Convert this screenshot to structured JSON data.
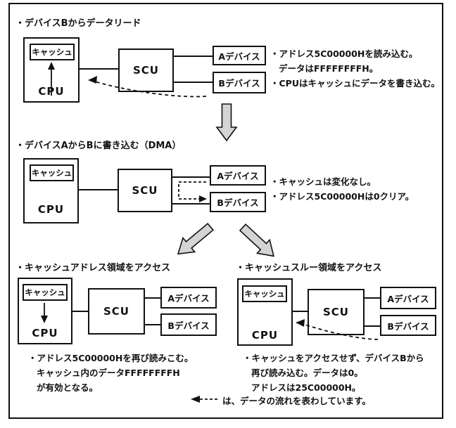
{
  "labels": {
    "cpu": "CPU",
    "cache": "キャッシュ",
    "scu": "SCU",
    "dev_a": "Aデバイス",
    "dev_b": "Bデバイス"
  },
  "sections": {
    "read_from_b": {
      "title": "・デバイスBからデータリード",
      "notes": [
        "・アドレス5C00000Hを読み込む。",
        "データはFFFFFFFFH。",
        "・CPUはキャッシュにデータを書き込む。"
      ]
    },
    "dma_a_to_b": {
      "title": "・デバイスAからBに書き込む（DMA）",
      "notes": [
        "・キャッシュは変化なし。",
        "・アドレス5C00000Hは0クリア。"
      ]
    },
    "cache_area": {
      "title": "・キャッシュアドレス領域をアクセス",
      "notes": [
        "・アドレス5C00000Hを再び読みこむ。",
        "キャッシュ内のデータFFFFFFFFH",
        "が有効となる。"
      ]
    },
    "cache_through_area": {
      "title": "・キャッシュスルー領域をアクセス",
      "notes": [
        "・キャッシュをアクセスせず、デバイスBから",
        "再び読み込む。データは0。",
        "アドレスは25C00000H。"
      ]
    }
  },
  "legend": {
    "text": "は、データの流れを表わしています。"
  },
  "icons": {
    "flow_arrow": "left-dashed-arrow",
    "step_arrow": "gray-block-arrow"
  },
  "colors": {
    "line": "#111111",
    "block_arrow_fill": "#d4d4d4",
    "background": "#ffffff"
  }
}
